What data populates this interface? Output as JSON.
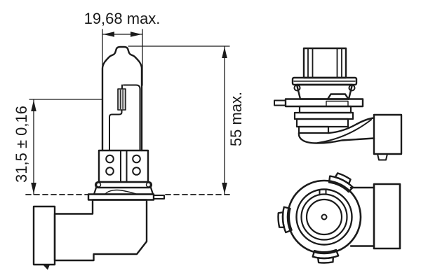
{
  "drawing": {
    "labels": {
      "width": "19,68 max.",
      "height": "55 max.",
      "light_center_length": "31,5 ± 0,16"
    },
    "colors": {
      "line": "#1b1b1b",
      "background": "#ffffff",
      "filament_fill": "#c4c4c4"
    }
  }
}
